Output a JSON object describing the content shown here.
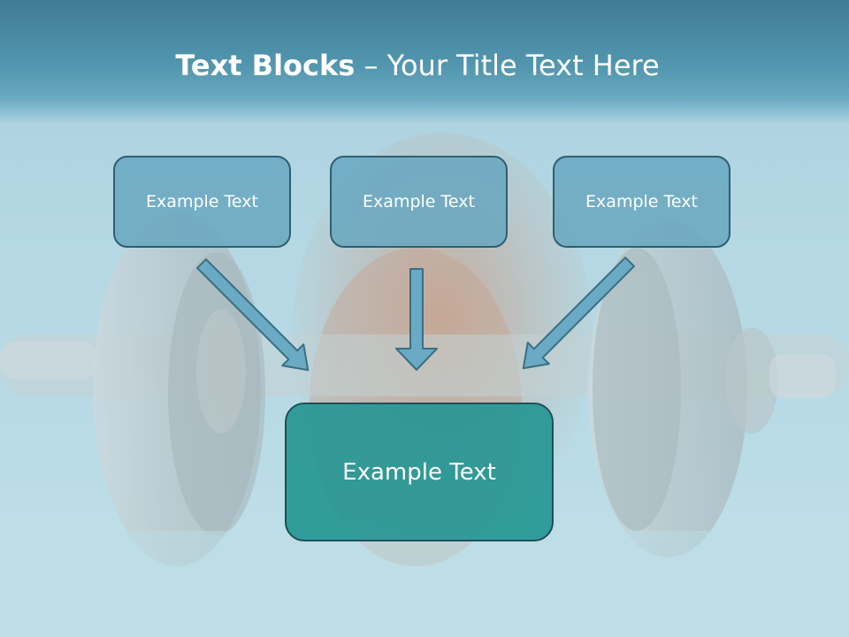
{
  "slide": {
    "title_bold": "Text Blocks",
    "title_separator": "–",
    "title_rest": "Your Title Text Here",
    "boxes": {
      "left": "Example Text",
      "center": "Example Text",
      "right": "Example Text",
      "bottom": "Example Text"
    }
  },
  "colors": {
    "title_band": "#4a8ea8",
    "small_box_fill": "#67a7bf",
    "small_box_border": "#2f5f70",
    "big_box_fill": "#269694",
    "arrow_fill": "#6aaac4",
    "arrow_stroke": "#3b6e82"
  },
  "icons": {
    "arrow": "down-arrow-icon"
  }
}
